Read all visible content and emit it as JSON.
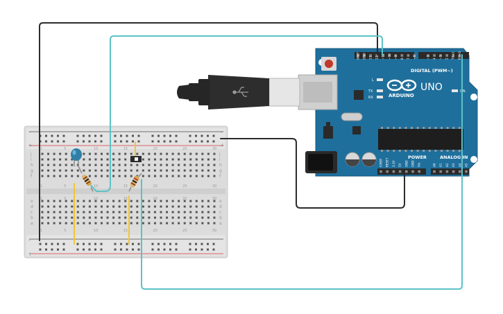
{
  "breadboard": {
    "columns": 30,
    "numbers_labeled": [
      "1",
      "5",
      "10",
      "15",
      "20",
      "25",
      "30"
    ],
    "top_letters": [
      "j",
      "i",
      "h",
      "g",
      "f"
    ],
    "bottom_letters": [
      "e",
      "d",
      "c",
      "b",
      "a"
    ],
    "rail_plus": "+",
    "rail_minus": "-"
  },
  "arduino": {
    "brand": "ARDUINO",
    "model": "UNO",
    "digital_label": "DIGITAL (PWM~)",
    "power_label": "POWER",
    "analog_label": "ANALOG IN",
    "on_label": "ON",
    "l_label": "L",
    "tx_label": "TX",
    "rx_label": "RX",
    "digital_pins": [
      "AREF",
      "GND",
      "13",
      "12",
      "~11",
      "~10",
      "~9",
      "8",
      "7",
      "~6",
      "~5",
      "4",
      "~3",
      "2",
      "TX→1",
      "RX←0"
    ],
    "power_pins": [
      "IOREF",
      "RESET",
      "3.3V",
      "5V",
      "GND",
      "GND",
      "Vin"
    ],
    "analog_pins": [
      "A0",
      "A1",
      "A2",
      "A3",
      "A4",
      "A5"
    ],
    "board_color": "#1f6f9c"
  },
  "components": {
    "led_color": "#2f7fa8",
    "wire_black": "#2b2b2b",
    "wire_teal": "#5cc2c6",
    "wire_yellow": "#f2c532",
    "rail_red": "#d63a3a"
  }
}
